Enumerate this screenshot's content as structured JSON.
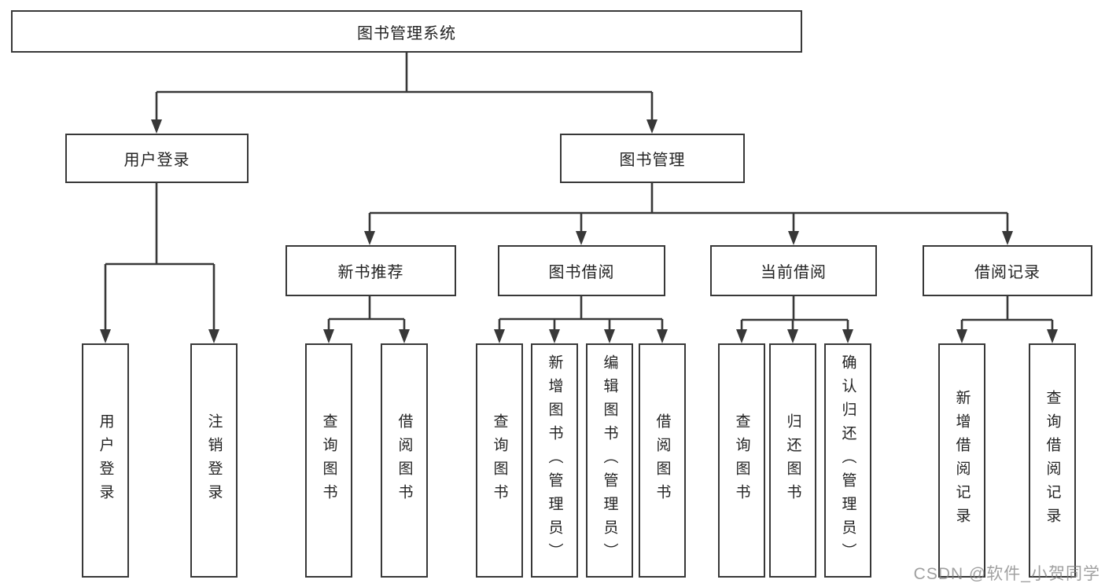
{
  "diagram_type": "hierarchy-tree",
  "root": {
    "label": "图书管理系统"
  },
  "branches": [
    {
      "label": "用户登录",
      "children": [
        {
          "label": "用户登录"
        },
        {
          "label": "注销登录"
        }
      ]
    },
    {
      "label": "图书管理",
      "children": [
        {
          "label": "新书推荐",
          "children": [
            {
              "label": "查询图书"
            },
            {
              "label": "借阅图书"
            }
          ]
        },
        {
          "label": "图书借阅",
          "children": [
            {
              "label": "查询图书"
            },
            {
              "label": "新增图书（管理员）"
            },
            {
              "label": "编辑图书（管理员）"
            },
            {
              "label": "借阅图书"
            }
          ]
        },
        {
          "label": "当前借阅",
          "children": [
            {
              "label": "查询图书"
            },
            {
              "label": "归还图书"
            },
            {
              "label": "确认归还（管理员）"
            }
          ]
        },
        {
          "label": "借阅记录",
          "children": [
            {
              "label": "新增借阅记录"
            },
            {
              "label": "查询借阅记录"
            }
          ]
        }
      ]
    }
  ],
  "watermark": "CSDN @软件_小贺同学",
  "colors": {
    "line": "#383838",
    "text": "#232323",
    "background": "#ffffff",
    "watermark": "#808080"
  }
}
